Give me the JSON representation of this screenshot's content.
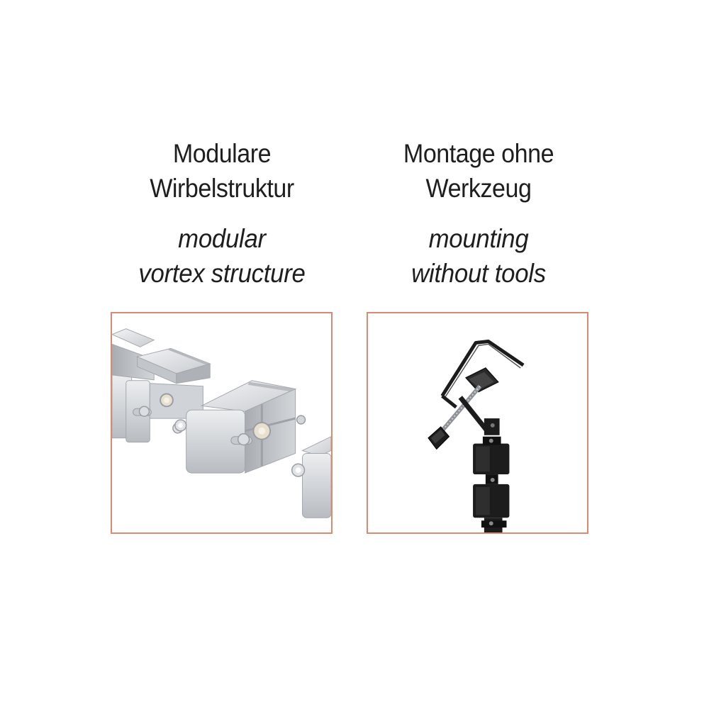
{
  "features": [
    {
      "title_de": [
        "Modulare",
        "Wirbelstruktur"
      ],
      "title_en": [
        "modular",
        "vortex structure"
      ],
      "image_icon": "aluminium-vortex-modules-icon"
    },
    {
      "title_de": [
        "Montage ohne",
        "Werkzeug"
      ],
      "title_en": [
        "mounting",
        "without tools"
      ],
      "image_icon": "desk-clamp-mount-icon"
    }
  ],
  "colors": {
    "frame_border": "#d98b72",
    "text": "#1e1e1e",
    "aluminium": "#d7d9dc",
    "black_part": "#1c1c1c"
  }
}
